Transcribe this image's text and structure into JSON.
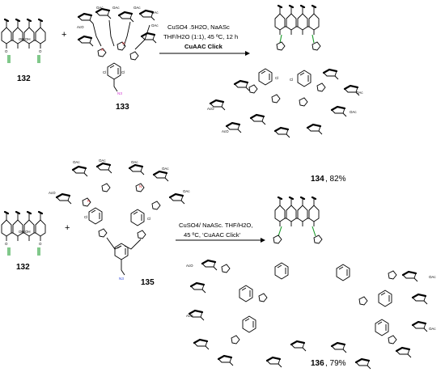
{
  "scheme": {
    "row1": {
      "reactant_a_label": "132",
      "plus": "+",
      "reactant_b_label": "133",
      "conditions_line1": "CuSO4 .5H2O, NaASc",
      "conditions_line2": "THF/H2O (1:1), 45 ºC, 12 h",
      "conditions_line3": "CuAAC Click",
      "product_label": "134",
      "product_yield": ", 82%"
    },
    "row2": {
      "reactant_a_label": "132",
      "plus": "+",
      "reactant_b_label": "135",
      "conditions_line1": "CuSO4/ NaASc. THF/H2O,",
      "conditions_line2": "45 ºC, ‘CuAAC Click’",
      "product_label": "136",
      "product_yield": ", 79%"
    },
    "atom_labels": {
      "oh": "OH",
      "o": "O",
      "oac": "OAc",
      "aco": "AcO",
      "cl": "Cl",
      "n3": "N3",
      "n": "N"
    }
  }
}
